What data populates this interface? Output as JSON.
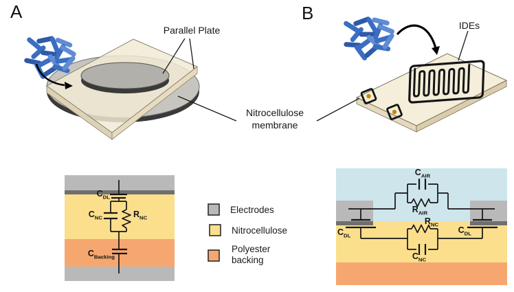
{
  "figure": {
    "panel_a_tag": "A",
    "panel_b_tag": "B",
    "labels": {
      "parallel_plate": "Parallel Plate",
      "nitrocellulose_membrane": "Nitrocellulose membrane",
      "ides": "IDEs"
    }
  },
  "legend": {
    "items": [
      {
        "label": "Electrodes",
        "color": "#b9b9b9"
      },
      {
        "label": "Nitrocellulose",
        "color": "#fbdf8d"
      },
      {
        "label": "Polyester backing",
        "color": "#f6a76f"
      }
    ]
  },
  "circuit_a": {
    "components": {
      "c_dl": {
        "symbol": "C",
        "sub": "DL"
      },
      "c_nc": {
        "symbol": "C",
        "sub": "NC"
      },
      "r_nc": {
        "symbol": "R",
        "sub": "NC"
      },
      "c_backing": {
        "symbol": "C",
        "sub": "Backing"
      }
    }
  },
  "circuit_b": {
    "components": {
      "c_air": {
        "symbol": "C",
        "sub": "AIR"
      },
      "r_air": {
        "symbol": "R",
        "sub": "AIR"
      },
      "c_dl_left": {
        "symbol": "C",
        "sub": "DL"
      },
      "c_dl_right": {
        "symbol": "C",
        "sub": "DL"
      },
      "r_nc": {
        "symbol": "R",
        "sub": "NC"
      },
      "c_nc": {
        "symbol": "C",
        "sub": "NC"
      }
    }
  },
  "colors": {
    "electrode_gray": "#b9b9b9",
    "electrode_interface_gray": "#6f6f6f",
    "nitrocellulose_yellow": "#fbdf8d",
    "polyester_backing_orange": "#f6a76f",
    "air_blue": "#cee5ec",
    "bacteria_blue": "#3b6ec2",
    "membrane_beige": "#f1e9d4",
    "ide_contact_dot_orange": "#c8860a",
    "circuit_line_black": "#151515"
  }
}
